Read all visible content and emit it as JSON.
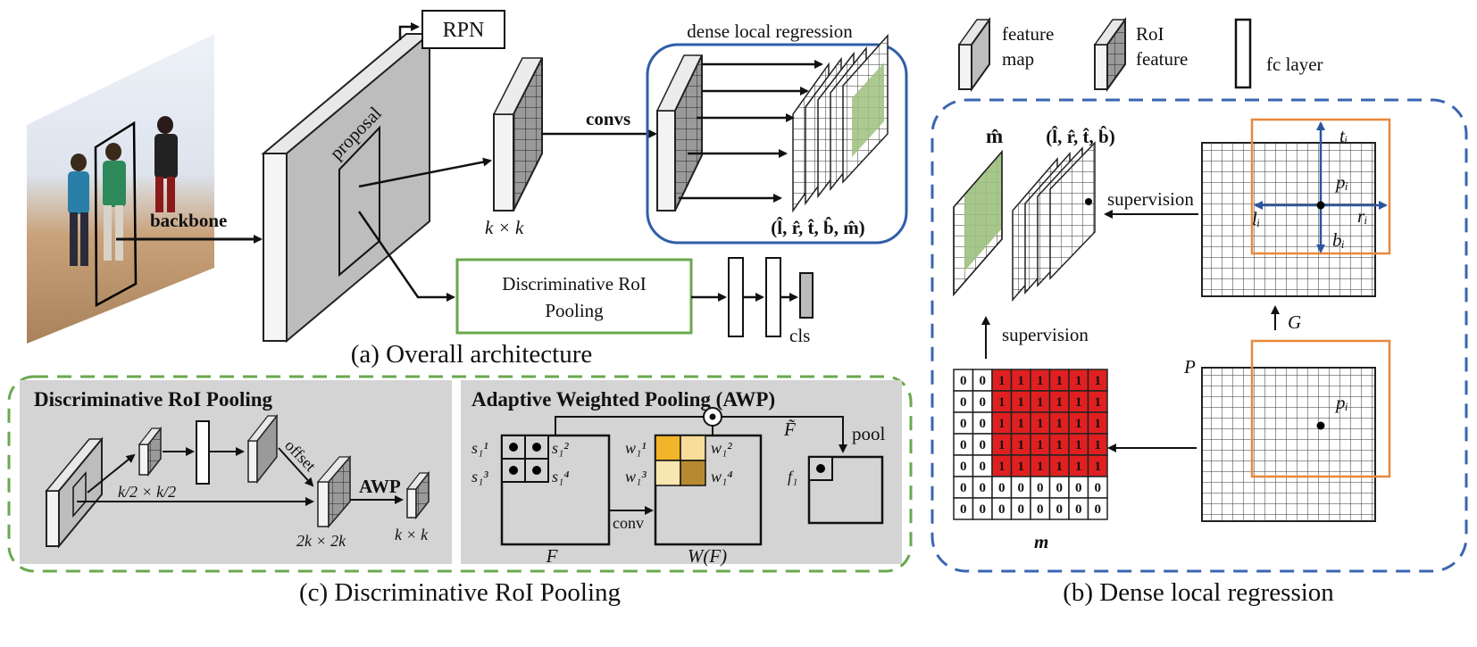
{
  "captions": {
    "overall": "(a) Overall architecture",
    "dense": "(b) Dense local regression",
    "droi": "(c) Discriminative RoI Pooling"
  },
  "overall": {
    "rpn": "RPN",
    "proposal": "proposal",
    "backbone": "backbone",
    "convs": "convs",
    "kxk": "k × k",
    "dense_title": "dense local regression",
    "dense_targets": "(l̂, r̂, t̂, b̂, m̂)",
    "droi_box_line1": "Discriminative RoI",
    "droi_box_line2": "Pooling",
    "cls": "cls"
  },
  "legend": {
    "feature_map_1": "feature",
    "feature_map_2": "map",
    "roi_feature_1": "RoI",
    "roi_feature_2": "feature",
    "fc_layer": "fc layer"
  },
  "dense_panel": {
    "m_hat": "m̂",
    "targets": "(l̂, r̂, t̂, b̂)",
    "supervision_1": "supervision",
    "supervision_2": "supervision",
    "t_i": "tᵢ",
    "p_i": "pᵢ",
    "l_i": "lᵢ",
    "r_i": "rᵢ",
    "b_i": "bᵢ",
    "G": "G",
    "P": "P",
    "p_i_2": "pᵢ",
    "m": "m",
    "mask_rows": [
      [
        "0",
        "0",
        "1",
        "1",
        "1",
        "1",
        "1",
        "1"
      ],
      [
        "0",
        "0",
        "1",
        "1",
        "1",
        "1",
        "1",
        "1"
      ],
      [
        "0",
        "0",
        "1",
        "1",
        "1",
        "1",
        "1",
        "1"
      ],
      [
        "0",
        "0",
        "1",
        "1",
        "1",
        "1",
        "1",
        "1"
      ],
      [
        "0",
        "0",
        "1",
        "1",
        "1",
        "1",
        "1",
        "1"
      ],
      [
        "0",
        "0",
        "0",
        "0",
        "0",
        "0",
        "0",
        "0"
      ],
      [
        "0",
        "0",
        "0",
        "0",
        "0",
        "0",
        "0",
        "0"
      ]
    ],
    "colors": {
      "mask_on": "#e02020",
      "green": "#9dc07e",
      "orange": "#e8883a",
      "blue_dash": "#3a66b0"
    }
  },
  "droi_panel": {
    "title": "Discriminative RoI Pooling",
    "half_k": "k/2 × k/2",
    "offset": "offset",
    "awp": "AWP",
    "two_k": "2k × 2k",
    "kxk": "k × k"
  },
  "awp_panel": {
    "title": "Adaptive Weighted Pooling (AWP)",
    "s11": "s₁¹",
    "s12": "s₁²",
    "s13": "s₁³",
    "s14": "s₁⁴",
    "F": "F",
    "conv": "conv",
    "w11": "w₁¹",
    "w12": "w₁²",
    "w13": "w₁³",
    "w14": "w₁⁴",
    "WF": "W(F)",
    "F_tilde": "F̃",
    "pool": "pool",
    "f1": "f₁",
    "colors": {
      "w11": "#f2b428",
      "w12": "#f8dc98",
      "w13": "#f8e6b0",
      "w14": "#b88a30",
      "panel_bg": "#d4d4d4",
      "green_dash": "#6aa84f"
    }
  }
}
